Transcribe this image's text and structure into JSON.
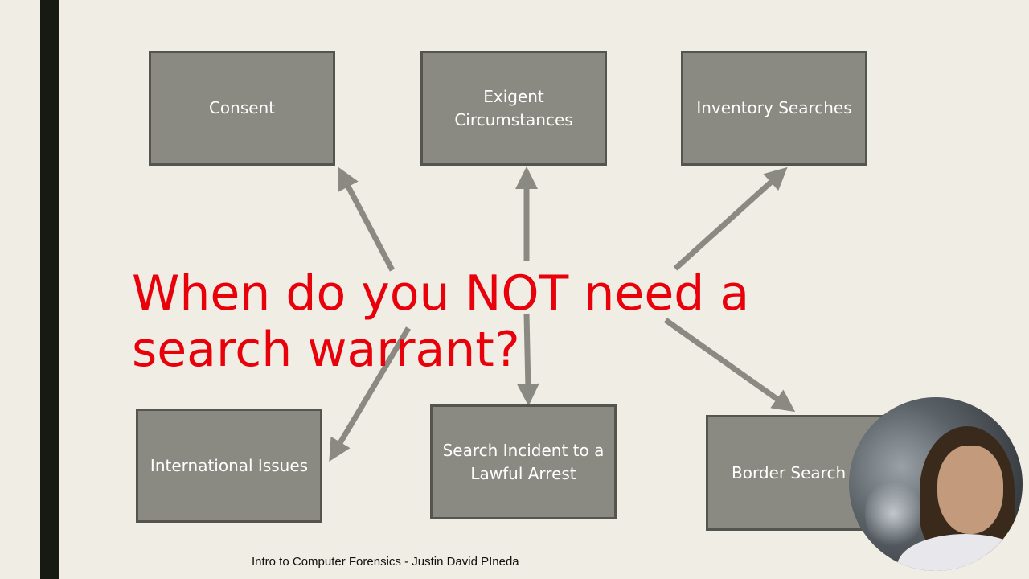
{
  "slide": {
    "title": "When do you NOT need a search warrant?",
    "footer": "Intro to Computer Forensics - Justin David PIneda"
  },
  "boxes": {
    "consent": "Consent",
    "exigent_line1": "Exigent",
    "exigent_line2": "Circumstances",
    "inventory": "Inventory Searches",
    "international": "International Issues",
    "incident_line1": "Search Incident to a",
    "incident_line2": "Lawful Arrest",
    "border": "Border Search"
  },
  "colors": {
    "background": "#f0ede4",
    "left_bar": "#171a12",
    "box_fill": "#8a8a82",
    "box_border": "#55554f",
    "box_text": "#ffffff",
    "title": "#e8000b",
    "arrow": "#8a8a82"
  }
}
